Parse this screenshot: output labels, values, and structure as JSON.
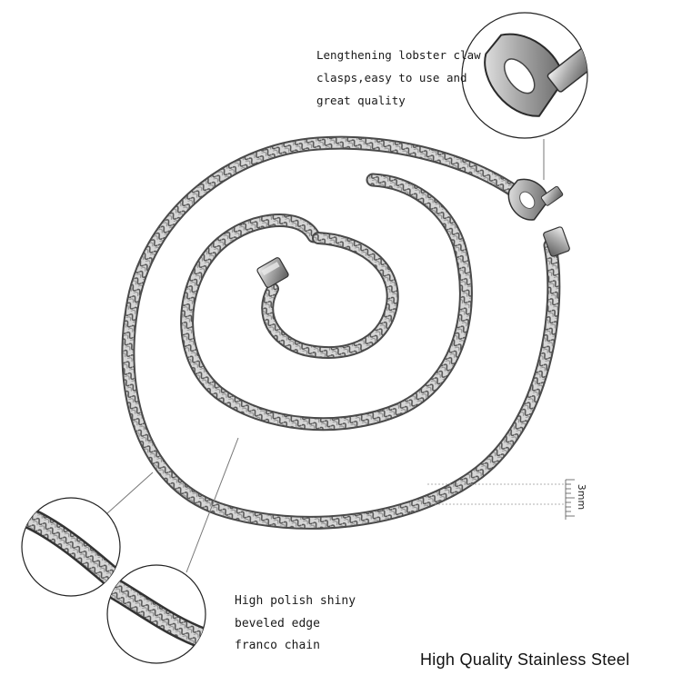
{
  "captions": {
    "clasp": {
      "line1": "Lengthening lobster claw",
      "line2": "clasps,easy to use and",
      "line3": "great quality"
    },
    "chain": {
      "line1": "High polish shiny",
      "line2": "beveled edge",
      "line3": "franco chain"
    },
    "quality": "High Quality Stainless Steel",
    "width_label": "3mm"
  },
  "colors": {
    "chain": "#8a8a8a",
    "chain_dark": "#3c3c3c",
    "background": "#ffffff"
  }
}
